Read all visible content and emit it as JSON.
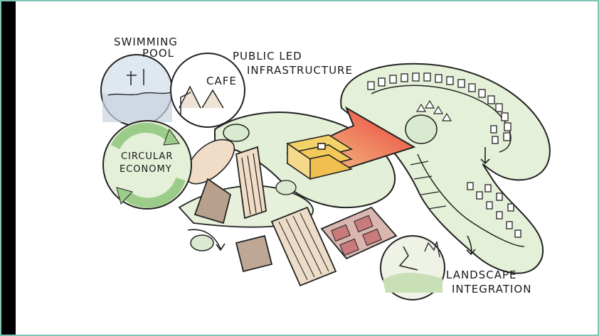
{
  "labels": {
    "swimming_pool_line1": "SWIMMING",
    "swimming_pool_line2": "POOL",
    "public_led_line1": "PUBLIC LED",
    "public_led_line2": "INFRASTRUCTURE",
    "cafe": "CAFE",
    "circular_line1": "CIRCULAR",
    "circular_line2": "ECONOMY",
    "landscape_line1": "LANDSCAPE",
    "landscape_line2": "INTEGRATION"
  },
  "colors": {
    "frame_border": "#7fc6b6",
    "landscape_green": "#e3efd6",
    "green_dark": "#c9dfb6",
    "arrow_gradient_start": "#f2b07a",
    "arrow_gradient_end": "#e8433a",
    "building_yellow": "#f4d26a",
    "roof_pink": "#d9b7b0",
    "tile_red": "#c97a7a"
  }
}
